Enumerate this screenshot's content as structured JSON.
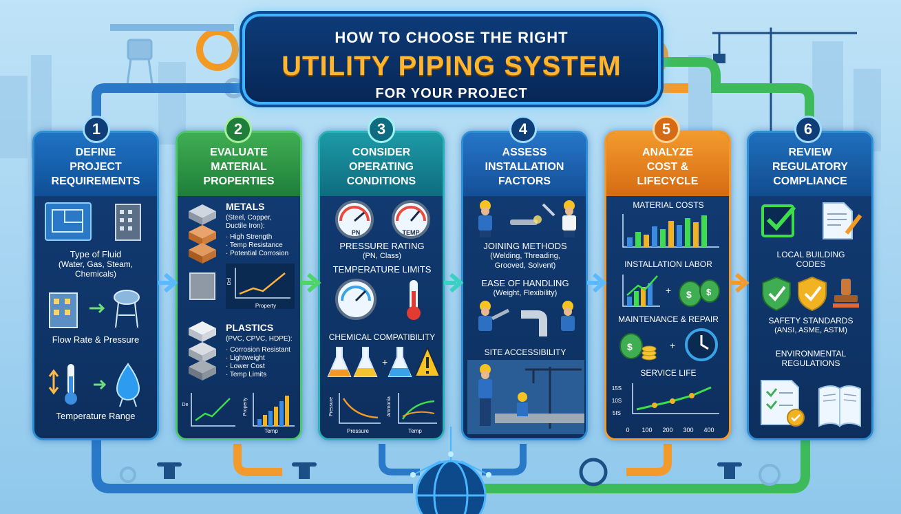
{
  "title": {
    "top": "HOW TO CHOOSE THE RIGHT",
    "main": "UTILITY PIPING SYSTEM",
    "sub": "FOR YOUR PROJECT"
  },
  "steps": [
    {
      "number": "1",
      "heading": [
        "DEFINE",
        "PROJECT",
        "REQUIREMENTS"
      ],
      "items": [
        "Type of Fluid",
        "(Water, Gas, Steam,",
        "Chemicals)",
        "Flow Rate & Pressure",
        "Temperature Range"
      ]
    },
    {
      "number": "2",
      "heading": [
        "EVALUATE",
        "MATERIAL",
        "PROPERTIES"
      ],
      "metals": "METALS",
      "metals_types": [
        "(Steel, Copper,",
        "Ductile Iron):"
      ],
      "metals_props": [
        "· High Strength",
        "· Temp Resistance",
        "· Potential Corrosion"
      ],
      "chart1_x": "Property",
      "chart1_y": "Del",
      "plastics": "PLASTICS",
      "plastics_types": "(PVC, CPVC, HDPE):",
      "plastics_props": [
        "· Corrosion Resistant",
        "· Lightweight",
        "· Lower Cost",
        "· Temp Limits"
      ],
      "chart2_y": "Property",
      "chart2_x": "Temp",
      "chart2_y2": "De"
    },
    {
      "number": "3",
      "heading": [
        "CONSIDER",
        "OPERATING",
        "CONDITIONS"
      ],
      "gauge1": "PN",
      "gauge2": "TEMP",
      "items": [
        "PRESSURE RATING",
        "(PN, Class)",
        "TEMPERATURE LIMITS",
        "CHEMICAL COMPATIBILITY"
      ],
      "chart1_x": "Pressure",
      "chart1_y": "Pressure",
      "chart2_x": "Temp",
      "chart2_y": "Ammonia"
    },
    {
      "number": "4",
      "heading": [
        "ASSESS",
        "INSTALLATION",
        "FACTORS"
      ],
      "items": [
        "JOINING METHODS",
        "(Welding, Threading,",
        "Grooved, Solvent)",
        "EASE OF HANDLING",
        "(Weight, Flexibility)",
        "SITE ACCESSIBILITY"
      ]
    },
    {
      "number": "5",
      "heading": [
        "ANALYZE",
        "COST &",
        "LIFECYCLE"
      ],
      "items": [
        "MATERIAL COSTS",
        "INSTALLATION LABOR",
        "MAINTENANCE & REPAIR",
        "SERVICE LIFE"
      ],
      "life_y_ticks": [
        "15S",
        "10S",
        "5IS"
      ],
      "life_x_ticks": [
        "0",
        "100",
        "200",
        "300",
        "400"
      ]
    },
    {
      "number": "6",
      "heading": [
        "REVIEW",
        "REGULATORY",
        "COMPLIANCE"
      ],
      "items": [
        "LOCAL BUILDING",
        "CODES",
        "SAFETY STANDARDS",
        "(ANSI, ASME, ASTM)",
        "ENVIRONMENTAL",
        "REGULATIONS"
      ]
    }
  ],
  "colors": {
    "title_bg": "#0d3b78",
    "title_accent": "#ffb52e",
    "blue": "#1f73c4",
    "green": "#3fae52",
    "teal": "#1c9aa6",
    "orange": "#f39a2c"
  }
}
